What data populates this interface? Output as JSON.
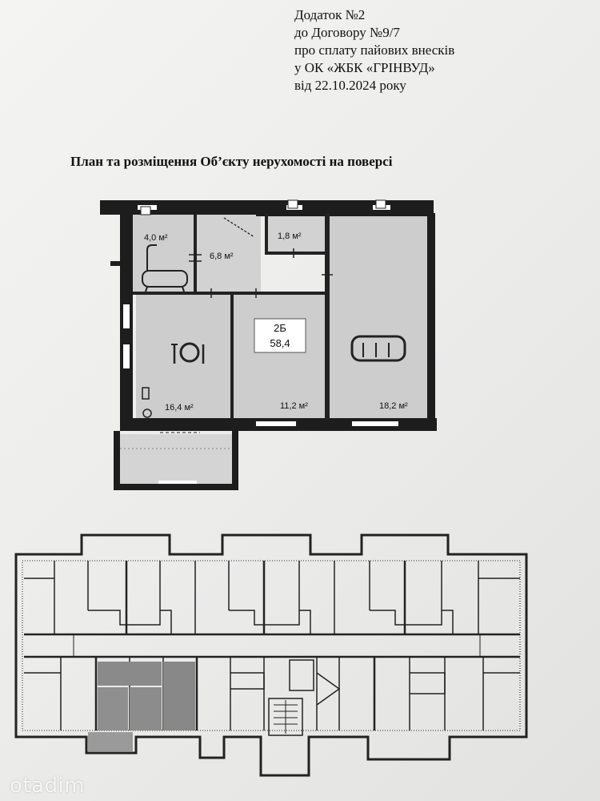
{
  "header": {
    "line1": "Додаток №2",
    "line2": "до Договору №9/7",
    "line3": "про сплату пайових внесків",
    "line4": "у ОК «ЖБК «ГРІНВУД»",
    "line5": "від 22.10.2024 року"
  },
  "heading": "План та розміщення Об’єкту нерухомості на поверсі",
  "plan": {
    "apartment_number": "2Б",
    "apartment_area": "58,4",
    "rooms": {
      "bathroom": "4,0 м²",
      "hall": "6,8 м²",
      "storage": "1,8 м²",
      "kitchen": "16,4 м²",
      "bedroom": "11,2 м²",
      "living": "18,2 м²"
    }
  },
  "watermark": "otadim"
}
